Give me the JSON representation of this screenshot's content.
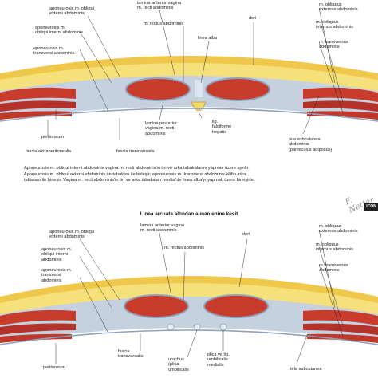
{
  "top": {
    "labels": {
      "aponeurosis_ext_top": "aponeurosis m. obliqui\nexterni abdominis",
      "lamina_anterior": "lamina anterior vagina\nm. recti abdominis",
      "aponeurosis_int_top": "aponeurosis m.\nobliqui interni abdominis",
      "rectus": "m. rectus abdominis",
      "aponeurosis_trans": "aponeurosis m.\ntransversi abdominis",
      "linea_alba": "linea alba",
      "deri": "deri",
      "obliquus_ext": "m. obliquus\nexternus abdominis",
      "obliquus_int": "m. obliquus\ninternus abdominis",
      "transversus": "m. transversus\nabdominis",
      "peritoneum": "peritoneum",
      "lamina_posterior": "lamina posterior\nvagina m. recti\nabdominis",
      "lig_falciforme": "lig.\nfalciforme\nhepatis",
      "tela": "tela subcutanea\nabdominis\n(panniculus adiposus)",
      "fascia_extraperitonealis": "fascia extraperitonealis",
      "fascia_transversalis": "fascia transversalis"
    },
    "caption": "Aponeurosis m. obliqui interni abdominis vagina m. recti abdominis'in ön ve arka tabakalarını yapmak üzere ayrılır.\nAponeurosis m. obliqui externi abdominis ön tabakası ile birleşir; aponeurosis m. transversi abdominis kilifin arka\ntabakası ile birleşir. Vagina m. recti abdominis'in ön ve arka tabakaları medial'de linea alba'yı yapmak üzere birleşirler."
  },
  "bottom": {
    "title": "Linea arcuata altından alınan enine kesit",
    "labels": {
      "lamina_anterior": "lamina anterior vagina\nm. recti abdominis",
      "aponeurosis_ext": "aponeurosis m. obliqui\nexterni abdominis",
      "aponeurosis_int": "aponeurosis m.\nobliqui interni\nabdominis",
      "rectus": "m. rectus abdominis",
      "aponeurosis_trans": "aponeurosis m.\ntransversi\nabdominis",
      "deri": "deri",
      "obliquus_ext": "m. obliquus\nexternus abdominis",
      "obliquus_int": "m. obliquus\ninternus abdominis",
      "transversus": "m. transversus\nabdominis",
      "fascia_transversalis": "fascia\ntransversalis",
      "urachus": "urachus\n(plica\numbilicalis",
      "plica": "plica ve lig.\numbilicalis\nmedialis",
      "peritoneum": "peritoneum",
      "tela": "tela subcutanea"
    }
  },
  "signature": "F. Netter",
  "logo": "ICON",
  "colors": {
    "skin": "#f3d35a",
    "fat": "#f6e27a",
    "muscle": "#c83a2c",
    "fascia": "#b9c6d8",
    "peritoneum": "#d9dfe8"
  }
}
